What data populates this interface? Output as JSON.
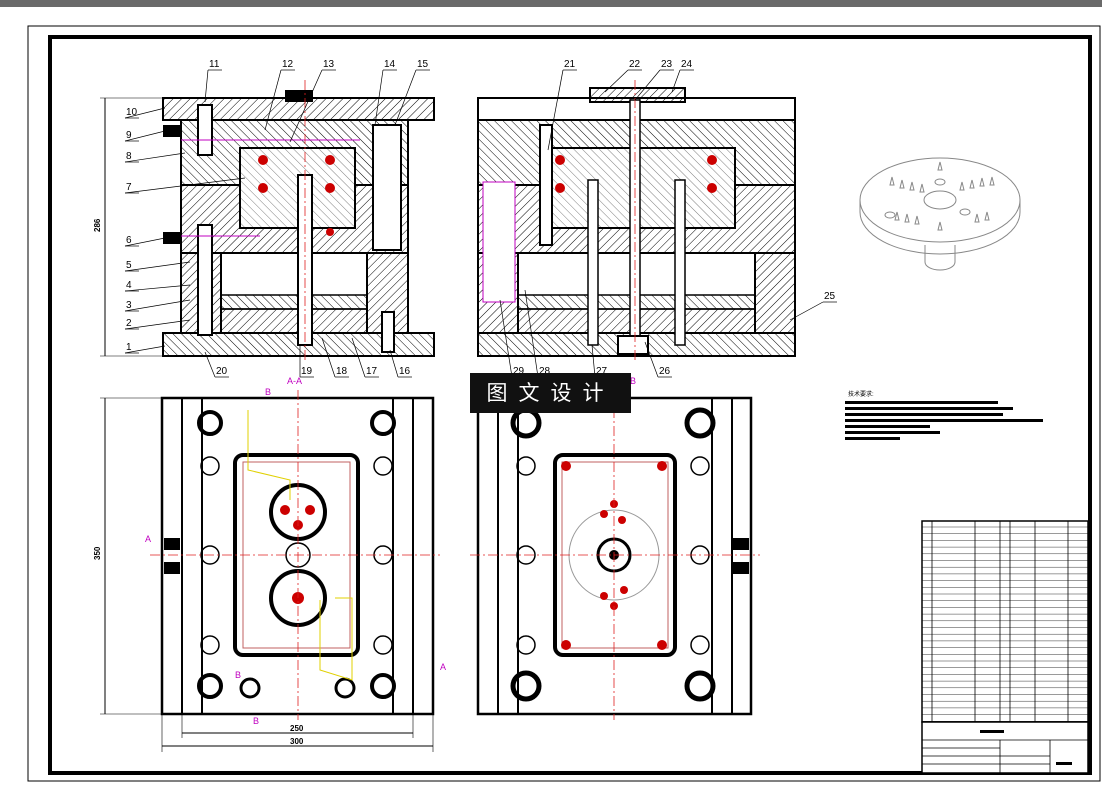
{
  "banner": "图文设计",
  "tech_requirements_title": "技术要求:",
  "section_label": "A-A",
  "marker_b": "B",
  "marker_a": "A",
  "part_labels": [
    "1",
    "2",
    "3",
    "4",
    "5",
    "6",
    "7",
    "8",
    "9",
    "10",
    "11",
    "12",
    "13",
    "14",
    "15",
    "16",
    "17",
    "18",
    "19",
    "20",
    "21",
    "22",
    "23",
    "24",
    "25",
    "26",
    "27",
    "28",
    "29"
  ],
  "dimensions": {
    "height_top": "286",
    "height_bottom": "350",
    "width_inner": "250",
    "width_outer": "300"
  },
  "colors": {
    "line": "#000000",
    "hatch": "#000000",
    "centerline": "#e02020",
    "magenta": "#c000c0",
    "yellow": "#e0d000",
    "banner_bg": "#111111"
  }
}
